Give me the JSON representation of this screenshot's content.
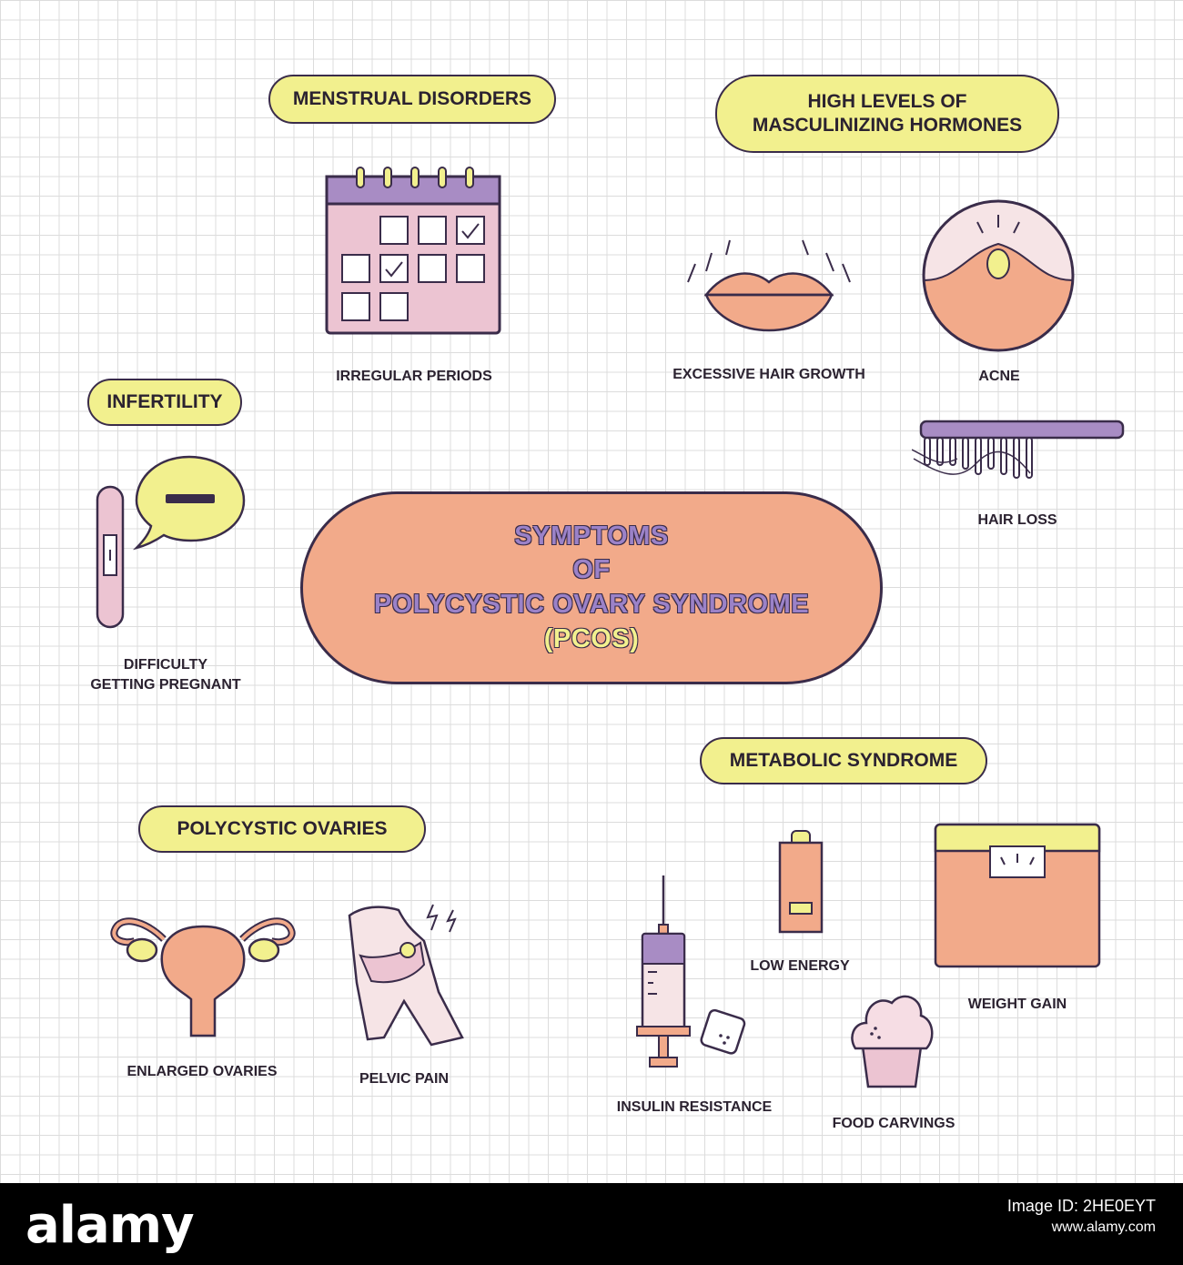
{
  "title": {
    "line1": "SYMPTOMS",
    "line2": "OF",
    "line3": "POLYCYSTIC OVARY SYNDROME",
    "line4": "(PCOS)"
  },
  "categories": {
    "menstrual": "MENSTRUAL DISORDERS",
    "hormones": "HIGH LEVELS OF\nMASCULINIZING HORMONES",
    "infertility": "INFERTILITY",
    "metabolic": "METABOLIC SYNDROME",
    "ovaries": "POLYCYSTIC OVARIES"
  },
  "symptoms": {
    "irregular_periods": "IRREGULAR PERIODS",
    "excessive_hair": "EXCESSIVE HAIR GROWTH",
    "acne": "ACNE",
    "hair_loss": "HAIR LOSS",
    "difficulty_pregnant": "DIFFICULTY\nGETTING PREGNANT",
    "low_energy": "LOW ENERGY",
    "weight_gain": "WEIGHT GAIN",
    "insulin": "INSULIN RESISTANCE",
    "food": "FOOD CARVINGS",
    "enlarged_ovaries": "ENLARGED  OVARIES",
    "pelvic_pain": "PELVIC PAIN"
  },
  "footer": {
    "brand": "alamy",
    "image_id": "Image ID: 2HE0EYT",
    "url": "www.alamy.com"
  },
  "colors": {
    "pill_yellow": "#f2f08e",
    "salmon": "#f2aa8a",
    "purple": "#9b82c8",
    "pink": "#ecc4d2",
    "outline": "#3a2c4a"
  },
  "icons": [
    "calendar-icon",
    "lips-icon",
    "acne-icon",
    "comb-icon",
    "pregnancy-test-icon",
    "speech-bubble-icon",
    "battery-icon",
    "scale-icon",
    "syringe-icon",
    "sugar-cube-icon",
    "cupcake-icon",
    "uterus-icon",
    "pelvis-icon"
  ]
}
